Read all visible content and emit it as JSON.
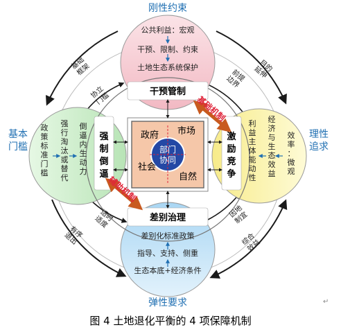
{
  "colors": {
    "top": "#f6d0d6",
    "left": "#d6f2d5",
    "right": "#fdf6b8",
    "bottom": "#c9e6f8",
    "center_box": "#f5c7a9",
    "center_circle": "#2448a5",
    "blue_text": "#1f6fb2",
    "red_text": "#e0253a",
    "dark_arrow": "#1a1a1a",
    "orange_arrow": "#c85a1f"
  },
  "outer_labels": {
    "top": "刚性约束",
    "left": "基本\n门槛",
    "right": "理性\n追求",
    "bottom": "弹性要求"
  },
  "top_circle": {
    "line1": "公共利益：宏观",
    "line2": "干预、限制、约束",
    "line3": "土地生态系统保护",
    "band": "干预管制"
  },
  "left_circle": {
    "col1": "政策标准门槛",
    "col2": "强行淘汰或替代",
    "col3": "倒逼内生动力",
    "band": "强制倒逼"
  },
  "right_circle": {
    "band": "激励竞争",
    "col1": "利益主体能动性",
    "col2": "经济与生态效益",
    "col3": "效率：微观"
  },
  "bottom_circle": {
    "band": "差别治理",
    "line1": "差别化标准政策",
    "line2": "指导、支持、侧重",
    "line3": "生态本底+经济条件"
  },
  "center": {
    "tl": "政府",
    "tr": "市场",
    "bl": "社会",
    "br": "自然",
    "core": "部门\n协同"
  },
  "mechanisms": {
    "base": "基础机制",
    "aux": "辅助机制"
  },
  "arc_labels": {
    "top_left_outer": "基础\n框架",
    "top_left_inner": "协立\n门槛",
    "top_right_outer": "目的\n延伸",
    "top_right_inner": "前提\n边界",
    "bottom_left_outer": "有序\n退出",
    "bottom_left_inner": "适时\n适度",
    "bottom_right_outer": "综合\n效益",
    "bottom_right_inner": "因地\n制宜"
  },
  "caption": "图 4  土地退化平衡的 4 项保障机制",
  "paragraph_mark": "↵"
}
